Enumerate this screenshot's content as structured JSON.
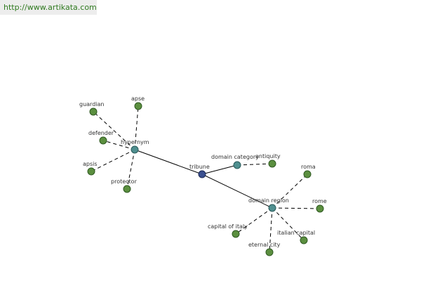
{
  "header": {
    "url": "http://www.artikata.com"
  },
  "graph": {
    "center": "tribune",
    "relations": [
      {
        "label": "hypernym",
        "terms": [
          "guardian",
          "apse",
          "defender",
          "apsis",
          "protector"
        ]
      },
      {
        "label": "domain category",
        "terms": [
          "antiquity"
        ]
      },
      {
        "label": "domain region",
        "terms": [
          "roma",
          "rome",
          "capital of italy",
          "italian capital",
          "eternal city"
        ]
      }
    ]
  },
  "colors": {
    "center_node": "#3a4f8f",
    "relation_node": "#4f8f8f",
    "term_node": "#5b8f3f",
    "url_text": "#2f7a1f"
  }
}
